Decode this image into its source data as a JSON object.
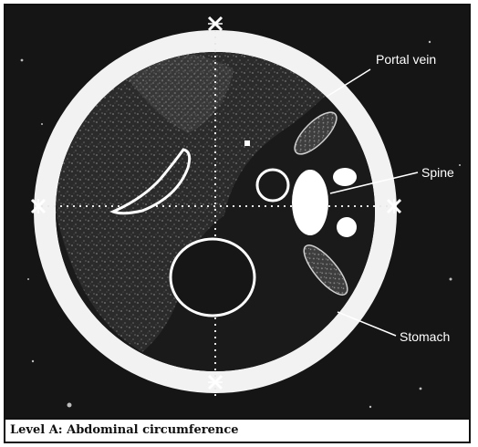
{
  "caption": "Level A: Abdominal circumference",
  "labels": {
    "portal_vein": "Portal vein",
    "spine": "Spine",
    "stomach": "Stomach"
  },
  "colors": {
    "background": "#151515",
    "ring": "#f2f2f2",
    "liver_texture": "#5a5a5a",
    "structure_fill": "#ffffff"
  },
  "markers": {
    "caliper_icon": "x-caliper-icon"
  }
}
